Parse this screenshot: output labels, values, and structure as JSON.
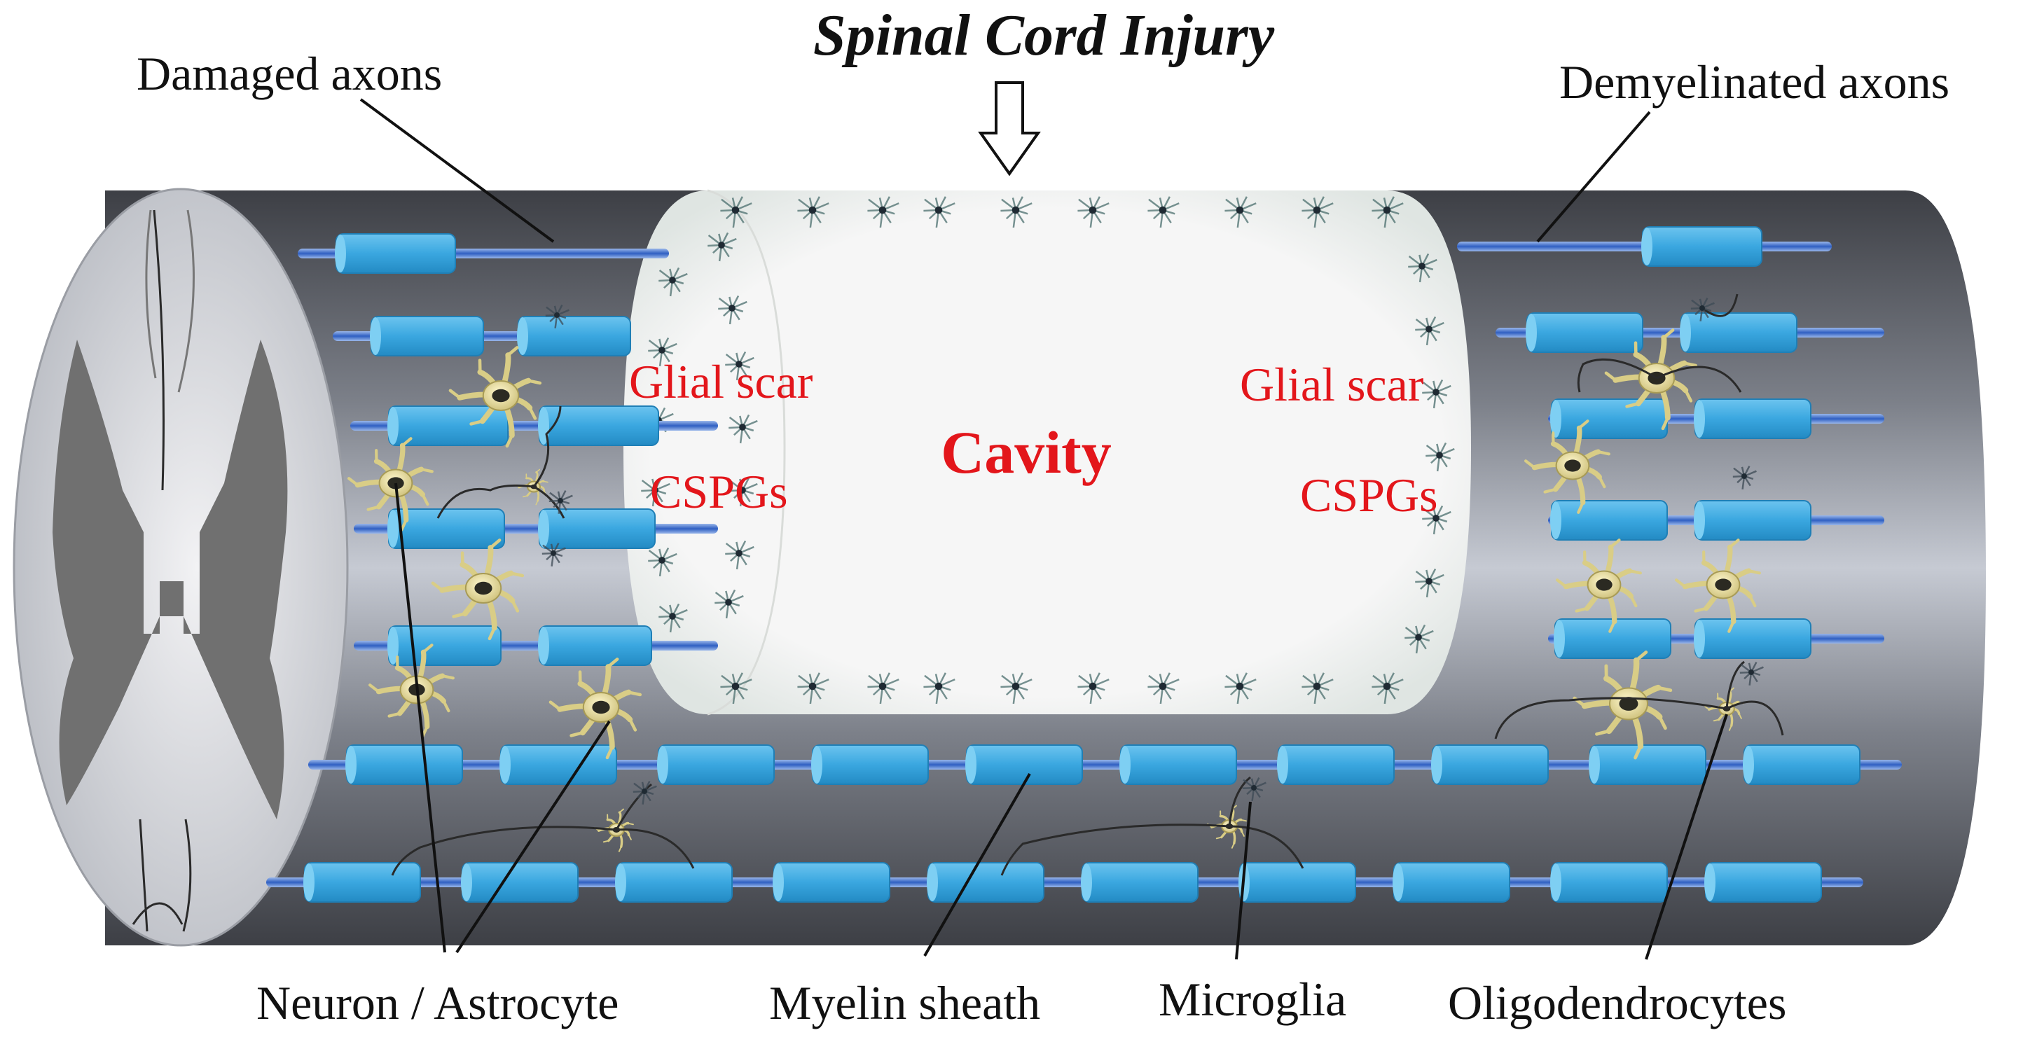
{
  "title": "Spinal Cord Injury",
  "labels": {
    "damaged_axons": "Damaged axons",
    "demyelinated_axons": "Demyelinated axons",
    "glial_scar_left": "Glial scar",
    "glial_scar_right": "Glial scar",
    "cspgs_left": "CSPGs",
    "cspgs_right": "CSPGs",
    "cavity": "Cavity",
    "neuron_astrocyte": "Neuron / Astrocyte",
    "myelin_sheath": "Myelin sheath",
    "microglia": "Microglia",
    "oligodendrocytes": "Oligodendrocytes"
  },
  "colors": {
    "cord_dark": "#5b5e66",
    "cord_light": "#c9cdd6",
    "myelin": "#3fa9e0",
    "myelin_edge": "#2c8cc6",
    "axon": "#3b66c4",
    "cavity_fill": "#f4f4f4",
    "label_red": "#e3161b",
    "astrocyte": "#ece3a8",
    "grey_matter": "#6f6f6f"
  },
  "icons": {
    "arrow": "hollow-down-arrow-icon",
    "astrocyte": "astrocyte-cell-icon",
    "microglia": "microglia-cell-icon",
    "oligodendrocyte": "oligodendrocyte-cell-icon"
  }
}
